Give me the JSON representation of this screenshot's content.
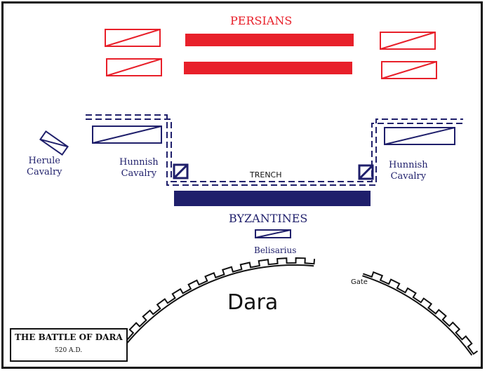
{
  "persians_label": "PERSIANS",
  "byzantines_label": "BYZANTINES",
  "trench_label": "TRENCH",
  "herule_label": "Herule\nCavalry",
  "hunnish_left_label": "Hunnish\nCavalry",
  "hunnish_right_label": "Hunnish\nCavalry",
  "belisarius_label": "Belisarius",
  "city_label": "Dara",
  "gate_label": "Gate",
  "title": "THE BATTLE OF DARA",
  "date": "520 A.D.",
  "icons": {
    "compass": "compass-rose-icon"
  },
  "colors": {
    "persian": "#e8202a",
    "byzantine": "#1f1f6b",
    "wall": "#111111"
  }
}
